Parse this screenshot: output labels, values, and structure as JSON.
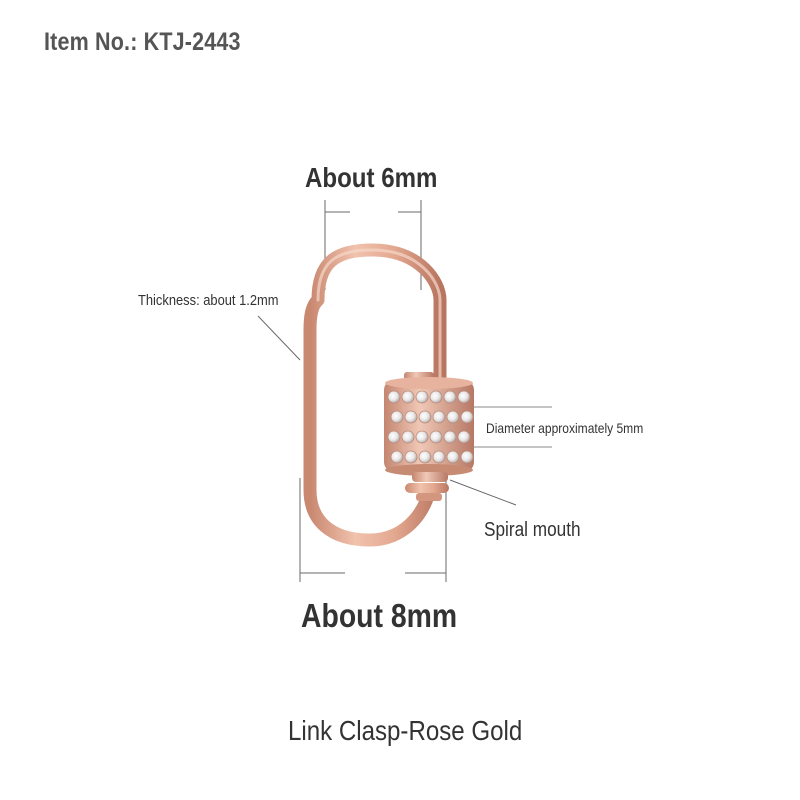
{
  "item_number": "Item No.: KTJ-2443",
  "dimensions": {
    "width": "About 6mm",
    "length": "About 8mm",
    "thickness": "Thickness: about 1.2mm",
    "diameter": "Diameter approximately 5mm",
    "spiral": "Spiral mouth"
  },
  "caption": "Link Clasp-Rose Gold",
  "colors": {
    "rose_gold": "#e0a58e",
    "rose_gold_dark": "#c9826a",
    "guide_line": "#6a6a6a"
  }
}
